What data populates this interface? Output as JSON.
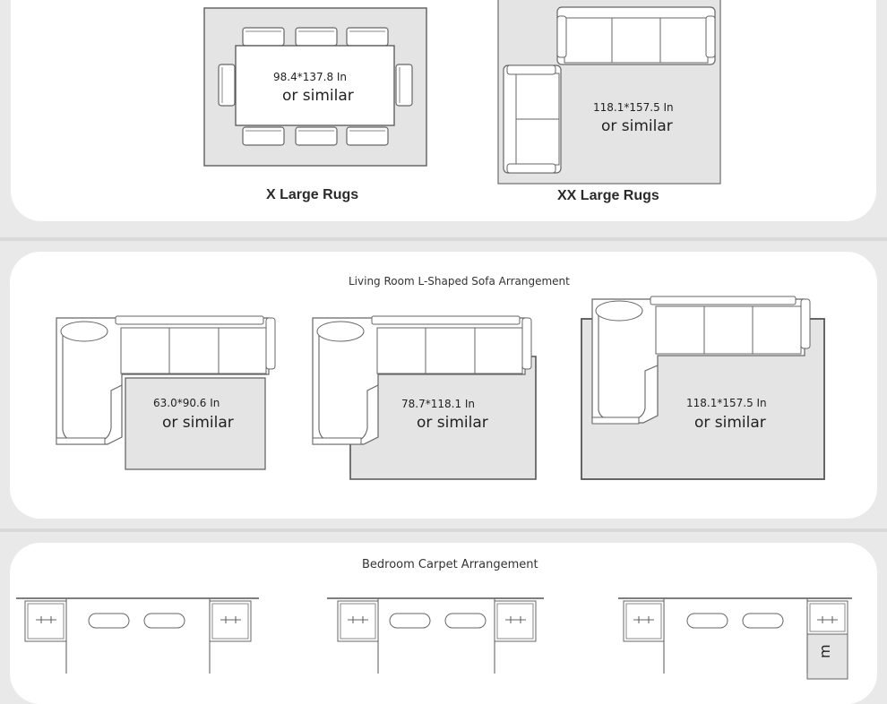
{
  "dining": {
    "x_large": {
      "dimensions": "98.4*137.8 In",
      "note": "or similar",
      "caption": "X  Large Rugs"
    },
    "xx_large": {
      "dimensions": "118.1*157.5 In",
      "note": "or similar",
      "caption": "XX  Large Rugs"
    }
  },
  "living_room": {
    "title": "Living Room L-Shaped Sofa Arrangement",
    "layouts": [
      {
        "dimensions": "63.0*90.6 In",
        "note": "or similar"
      },
      {
        "dimensions": "78.7*118.1 In",
        "note": "or similar"
      },
      {
        "dimensions": "118.1*157.5 In",
        "note": "or similar"
      }
    ]
  },
  "bedroom": {
    "title": "Bedroom Carpet Arrangement",
    "partial_label": "m"
  },
  "colors": {
    "background": "#e9e9e9",
    "panel": "#ffffff",
    "rug_fill": "#e4e4e4",
    "line": "#555555"
  }
}
